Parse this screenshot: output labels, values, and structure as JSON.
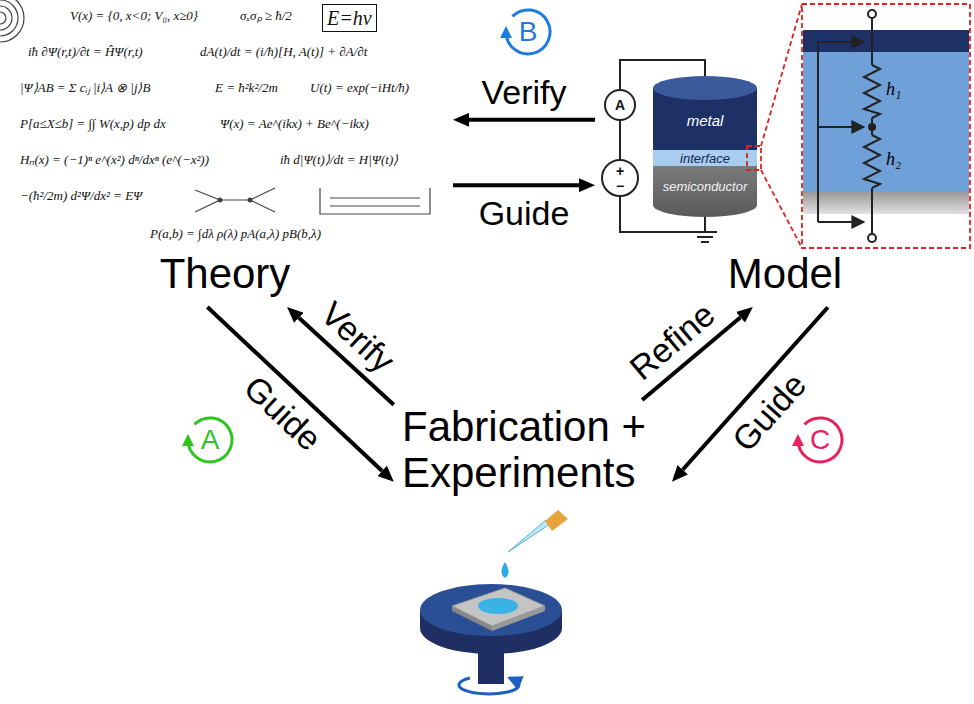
{
  "diagram": {
    "nodes": [
      {
        "text": [
          "Theory"
        ]
      },
      {
        "text": [
          "Model"
        ]
      },
      {
        "text": [
          "Fabrication + Experiments"
        ]
      }
    ],
    "edges": [
      {
        "from": 0,
        "to": 1,
        "label": "Guide",
        "arrow": "to"
      },
      {
        "from": 1,
        "to": 0,
        "label": "Verify",
        "arrow": "to"
      },
      {
        "from": 0,
        "to": 2,
        "label": "Guide",
        "arrow": "to"
      },
      {
        "from": 2,
        "to": 0,
        "label": "Verify",
        "arrow": "to"
      },
      {
        "from": 2,
        "to": 1,
        "label": "Refine",
        "arrow": "to"
      },
      {
        "from": 1,
        "to": 2,
        "label": "Guide",
        "arrow": "to"
      }
    ],
    "labels": [
      "B",
      "V(x) = {0, x<0; V₀, x≥0}",
      "σₓσₚ ≥ ħ/2",
      "E=hν",
      "iħ ∂Ψ(r,t)/∂t = ĤΨ(r,t)",
      "dA(t)/dt = (i/ħ)[H, A(t)] + ∂A/∂t",
      "|Ψ⟩AB = Σ cᵢⱼ |i⟩A ⊗ |j⟩B",
      "E = ħ²k²/2m",
      "U(t) = exp(−iHt/ħ)",
      "P[a≤X≤b] = ∫∫ W(x,p) dp dx",
      "Ψ(x) = Ae^(ikx) + Be^(−ikx)",
      "Hₙ(x) = (−1)ⁿ e^(x²) dⁿ/dxⁿ (e^(−x²))",
      "iħ d|Ψ(t)⟩/dt = H|Ψ(t)⟩",
      "−(ħ²/2m) d²Ψ/dx² = EΨ",
      "P(a,b) = ∫dλ ρ(λ) pA(a,λ) pB(b,λ)",
      "A",
      "+",
      "−",
      "metal",
      "interface",
      "semiconductor",
      "h₁",
      "h₂",
      "A",
      "C"
    ]
  }
}
